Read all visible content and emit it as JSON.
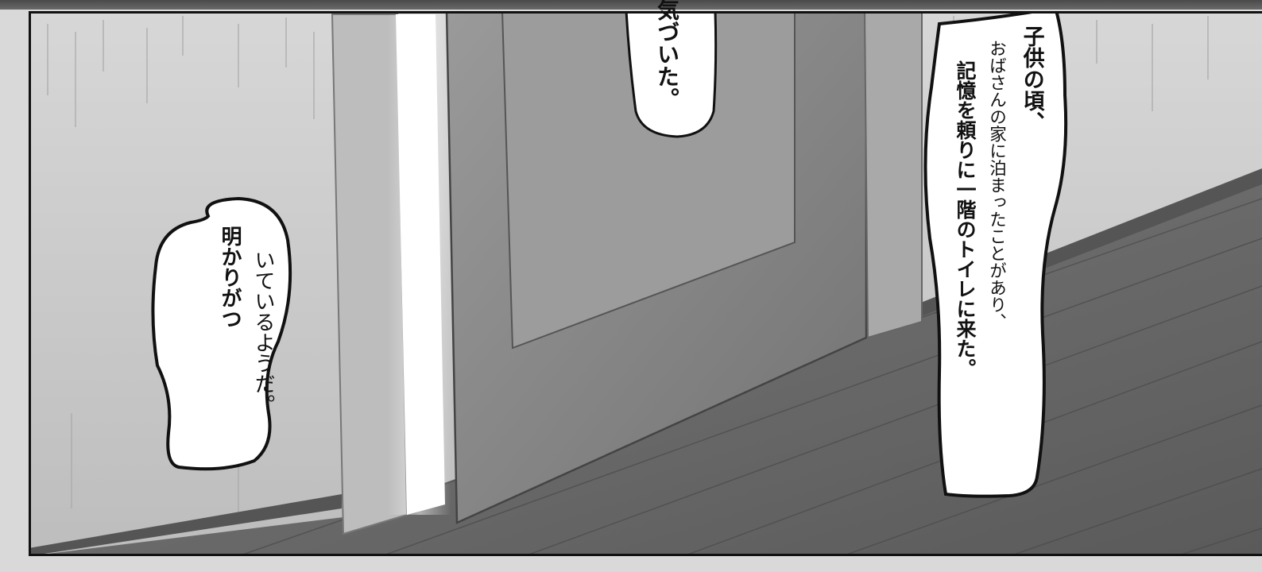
{
  "bubbles": {
    "top_center": {
      "text": "気づいた。"
    },
    "left": {
      "line1": "明かりがつ",
      "line2": "いているようだ。"
    },
    "right": {
      "line1": "子供の頃、",
      "line2": "おばさんの家に泊まったことがあり、",
      "line3": "記憶を頼りに一階のトイレに来た。"
    }
  },
  "colors": {
    "wall": "#cfcfcf",
    "door": "#8a8a8a",
    "floor": "#6e6e6e",
    "light_gap": "#ffffff",
    "outline": "#111111"
  }
}
